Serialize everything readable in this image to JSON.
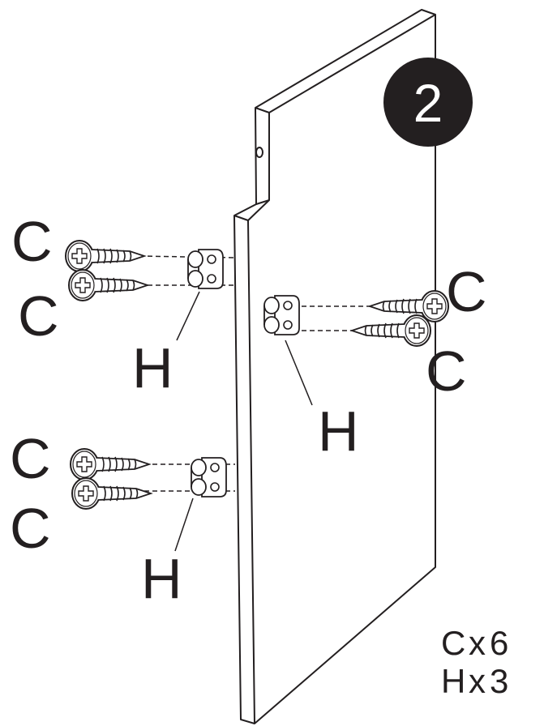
{
  "step": {
    "number": "2",
    "badge_color": "#231f20",
    "number_color": "#ffffff"
  },
  "labels": {
    "screw": "C",
    "bracket": "H"
  },
  "parts_list": [
    {
      "letter": "C",
      "times": "x",
      "count": "6"
    },
    {
      "letter": "H",
      "times": "x",
      "count": "3"
    }
  ],
  "icons": {
    "screw": "phillips-wood-screw-icon",
    "bracket": "corner-bracket-icon"
  },
  "colors": {
    "line": "#231f20",
    "background": "#ffffff"
  }
}
